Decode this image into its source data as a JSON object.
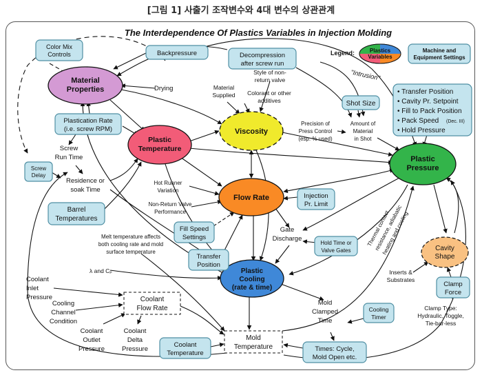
{
  "caption": "[그림 1] 사출기 조작변수와 4대 변수의 상관관계",
  "title": "The Interdependence Of Plastics Variables in Injection Molding",
  "legend": {
    "label": "Legend:",
    "plastics": [
      "Plastics",
      "Variables"
    ],
    "machine": [
      "Machine and",
      "Equipment Settings"
    ]
  },
  "nodes": {
    "material": [
      "Material",
      "Properties"
    ],
    "plastic_temp": [
      "Plastic",
      "Temperature"
    ],
    "viscosity": [
      "Viscosity"
    ],
    "flow_rate": [
      "Flow Rate"
    ],
    "plastic_pressure": [
      "Plastic",
      "Pressure"
    ],
    "plastic_cooling": [
      "Plastic",
      "Cooling",
      "(rate & time)"
    ],
    "cavity_shape": [
      "Cavity",
      "Shape"
    ]
  },
  "settings": {
    "color_mix": [
      "Color Mix",
      "Controls"
    ],
    "backpressure": [
      "Backpressure"
    ],
    "decompression": [
      "Decompression",
      "after screw run"
    ],
    "plastication": [
      "Plastication Rate",
      "(i.e. screw RPM)"
    ],
    "screw_delay": [
      "Screw",
      "Delay"
    ],
    "barrel_temps": [
      "Barrel",
      "Temperatures"
    ],
    "shot_size": [
      "Shot Size"
    ],
    "injection_limit": [
      "Injection",
      "Pr. Limit"
    ],
    "fill_speed": [
      "Fill Speed",
      "Settings"
    ],
    "transfer_position": [
      "Transfer",
      "Position"
    ],
    "hold_time": [
      "Hold Time or",
      "Valve Gates"
    ],
    "cooling_timer": [
      "Cooling",
      "Timer"
    ],
    "clamp_force": [
      "Clamp",
      "Force"
    ],
    "coolant_temp": [
      "Coolant",
      "Temperature"
    ],
    "times": [
      "Times: Cycle,",
      "Mold Open etc."
    ],
    "bullets": [
      "• Transfer Position",
      "• Cavity Pr. Setpoint",
      "• Fill to Pack Position",
      "• Pack Speed",
      "• Hold Pressure"
    ],
    "bullet_note": "(Dec. III)"
  },
  "intermediates": {
    "coolant_flow": [
      "Coolant",
      "Flow Rate"
    ],
    "mold_temp": [
      "Mold",
      "Temperature"
    ]
  },
  "labels": {
    "drying": "Drying",
    "material_supplied": [
      "Material",
      "Supplied"
    ],
    "style_valve": [
      "Style of non-",
      "return valve"
    ],
    "colorant": [
      "Colorant or other",
      "additives"
    ],
    "intrusion": "\"Intrusion\"",
    "precision": [
      "Precision of",
      "Press Control",
      "(esp. % used)"
    ],
    "amount": [
      "Amount of",
      "Material",
      "in Shot"
    ],
    "screw_run": [
      "Screw",
      "Run Time"
    ],
    "residence": [
      "Residence or",
      "soak Time"
    ],
    "hot_runner": [
      "Hot Runner",
      "Variation"
    ],
    "non_return": [
      "Non-Return Valve",
      "Performance"
    ],
    "gate_discharge": [
      "Gate",
      "Discharge"
    ],
    "thermal": [
      "Thermal contact",
      "resistance, adiabatic",
      "heating and cooling"
    ],
    "melt_temp": [
      "Melt temperature affects",
      "both cooling rate and mold",
      "surface temperature"
    ],
    "lambda": "λ and Cₚ",
    "coolant_inlet": [
      "Coolant",
      "Inlet",
      "Pressure"
    ],
    "cooling_channel": [
      "Cooling",
      "Channel",
      "Condition"
    ],
    "coolant_outlet": [
      "Coolant",
      "Outlet",
      "Pressure"
    ],
    "coolant_delta": [
      "Coolant",
      "Delta",
      "Pressure"
    ],
    "mold_clamped": [
      "Mold",
      "Clamped",
      "Time"
    ],
    "inserts": [
      "Inserts &",
      "Substrates"
    ],
    "clamp_type": [
      "Clamp Type:",
      "Hydraulic, Toggle,",
      "Tie-bar-less"
    ]
  },
  "colors": {
    "material": "#d49ad4",
    "plastic_temp": "#f25c78",
    "viscosity": "#f0ea2c",
    "flow_rate": "#f98a25",
    "plastic_pressure": "#33b44a",
    "plastic_cooling": "#3f88d8",
    "cavity_shape": "#f9c182",
    "setting_fill": "#c4e4ee",
    "setting_stroke": "#4f8fa3"
  }
}
